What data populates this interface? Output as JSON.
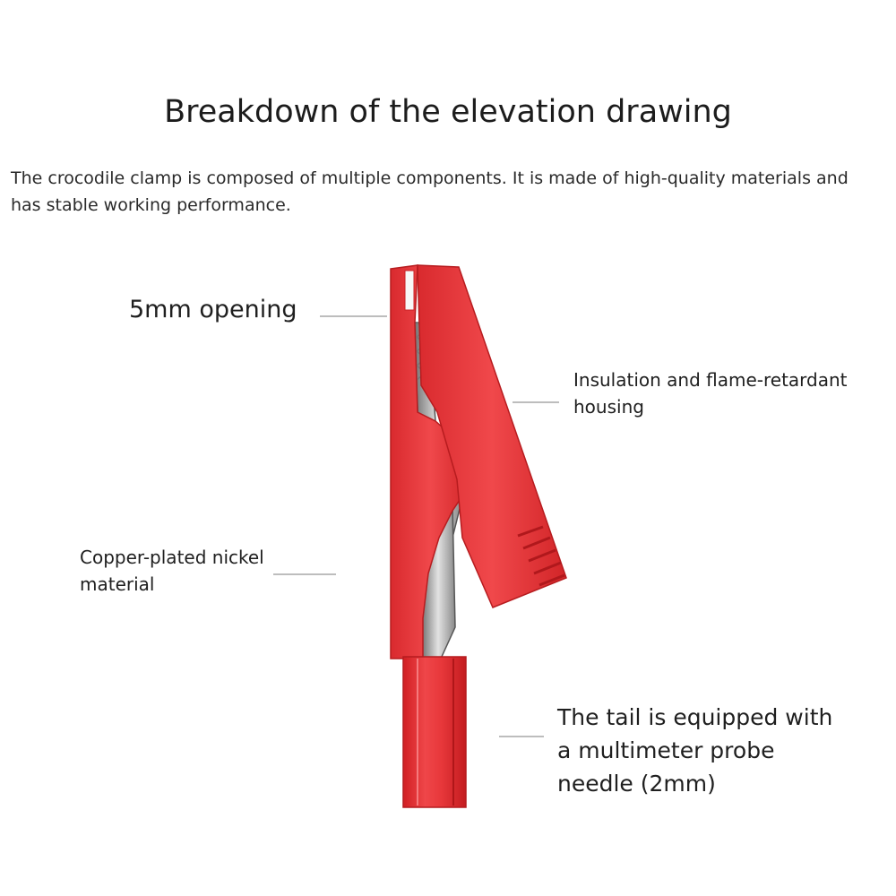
{
  "title": "Breakdown of the elevation drawing",
  "description": "The crocodile clamp is composed of multiple components. It is made of high-quality materials and has stable working performance.",
  "callouts": {
    "opening": "5mm opening",
    "housing": "Insulation and flame-retardant housing",
    "copper": "Copper-plated nickel material",
    "tail": "The tail is equipped with a multimeter probe needle (2mm)"
  },
  "colors": {
    "housing_red": "#e8383b",
    "housing_dark": "#c92226",
    "metal": "#b9b9b9",
    "leader_line": "#bdbdbd"
  },
  "illustration": "crocodile-clip-image"
}
